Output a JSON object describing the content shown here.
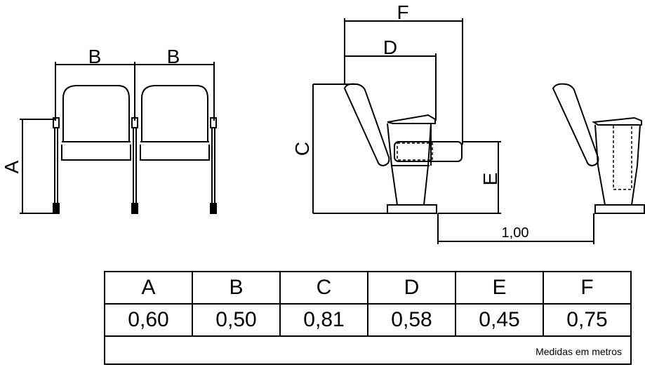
{
  "labels": {
    "a": "A",
    "b1": "B",
    "b2": "B",
    "c": "C",
    "d": "D",
    "e": "E",
    "f": "F",
    "spacing": "1,00"
  },
  "table": {
    "headers": [
      "A",
      "B",
      "C",
      "D",
      "E",
      "F"
    ],
    "values": [
      "0,60",
      "0,50",
      "0,81",
      "0,58",
      "0,45",
      "0,75"
    ],
    "note": "Medidas em metros"
  }
}
